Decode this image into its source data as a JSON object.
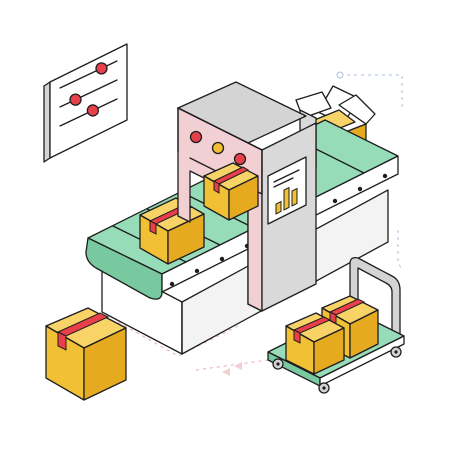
{
  "colors": {
    "conveyor_top": "#96dcb8",
    "conveyor_side": "#78c8a0",
    "machine_body": "#ececec",
    "machine_side": "#d9d9d9",
    "machine_frame": "#f1cfd2",
    "box_top": "#f8d468",
    "box_front": "#f2c035",
    "box_side": "#e6aa20",
    "tape": "#e8404a",
    "indicator_red": "#e8404a",
    "indicator_yellow": "#f2c035",
    "panel_bar": "#f2c035",
    "panel_line": "#e8404a",
    "trolley_deck": "#96dcb8",
    "trolley_frame": "#b5b5b5",
    "slider_knob": "#e8404a",
    "dotted_accent": "#e9a9b3"
  },
  "icons": {
    "settings": "sliders-icon",
    "machine_lights": "indicator-lights",
    "monitor": "bar-chart-icon"
  },
  "panel_chart": {
    "type": "bar",
    "values": [
      2,
      4,
      3
    ]
  },
  "settings_panel": {
    "slider_levels": [
      0.8,
      0.2,
      0.6
    ]
  }
}
